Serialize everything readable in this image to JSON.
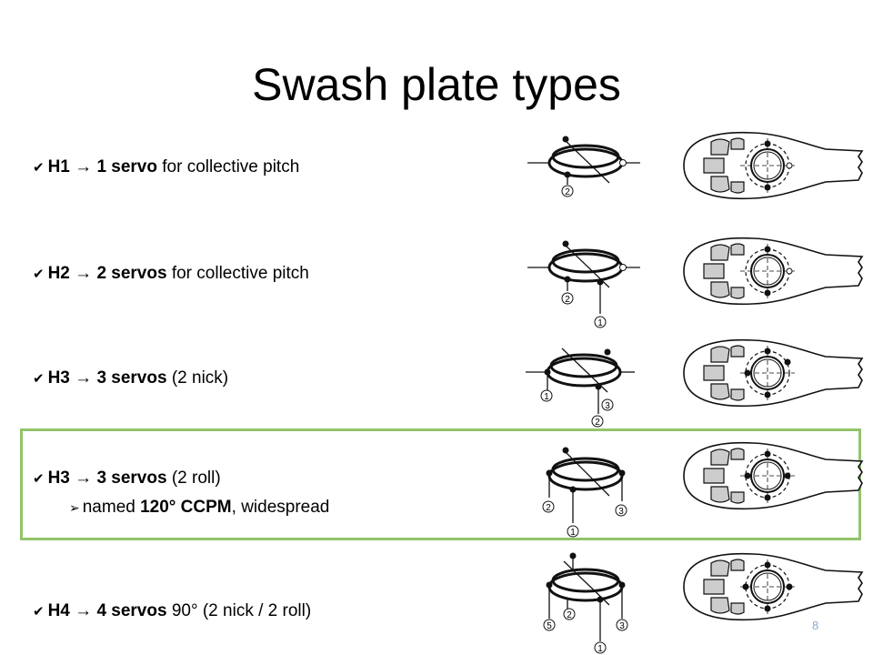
{
  "slide": {
    "title": "Swash plate types",
    "page_number": "8"
  },
  "rows": [
    {
      "id": "h1",
      "code": "H1",
      "arrow": "→",
      "count": "1 servo",
      "rest": " for collective pitch",
      "labels": [
        "2"
      ]
    },
    {
      "id": "h2",
      "code": "H2",
      "arrow": "→",
      "count": "2 servos",
      "rest": " for collective pitch",
      "labels": [
        "2",
        "1"
      ]
    },
    {
      "id": "h3a",
      "code": "H3",
      "arrow": "→",
      "count": "3 servos",
      "rest": " (2 nick)",
      "labels": [
        "1",
        "3",
        "2"
      ]
    },
    {
      "id": "h3b",
      "code": "H3",
      "arrow": "→",
      "count": "3 servos",
      "rest": " (2 roll)",
      "labels": [
        "2",
        "3",
        "1"
      ],
      "sub": {
        "pre": "named ",
        "bold": "120° CCPM",
        "post": ", widespread"
      }
    },
    {
      "id": "h4",
      "code": "H4",
      "arrow": "→",
      "count": "4 servos",
      "rest": " 90° (2 nick / 2 roll)",
      "labels": [
        "5",
        "2",
        "3",
        "1"
      ]
    }
  ],
  "colors": {
    "highlight": "#92c46b",
    "page_number": "#8aaad0"
  }
}
